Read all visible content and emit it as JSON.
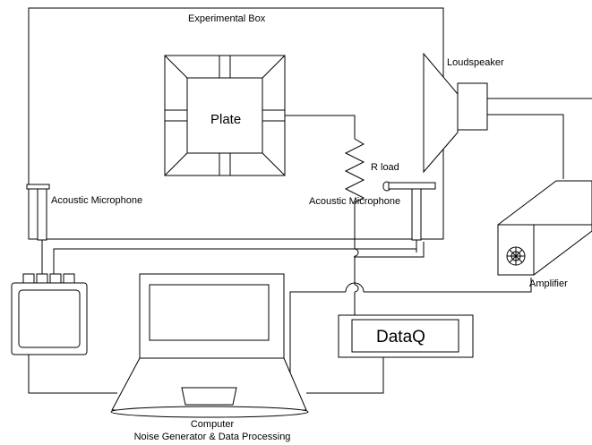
{
  "labels": {
    "experimental_box": "Experimental Box",
    "plate": "Plate",
    "loudspeaker": "Loudspeaker",
    "r_load": "R load",
    "mic_left": "Acoustic Microphone",
    "mic_right": "Acoustic Microphone",
    "amplifier": "Amplifier",
    "dataq": "DataQ",
    "computer": "Computer",
    "computer_sub": "Noise Generator & Data Processing"
  },
  "icons": {
    "amplifier_knob": "knob-icon"
  }
}
